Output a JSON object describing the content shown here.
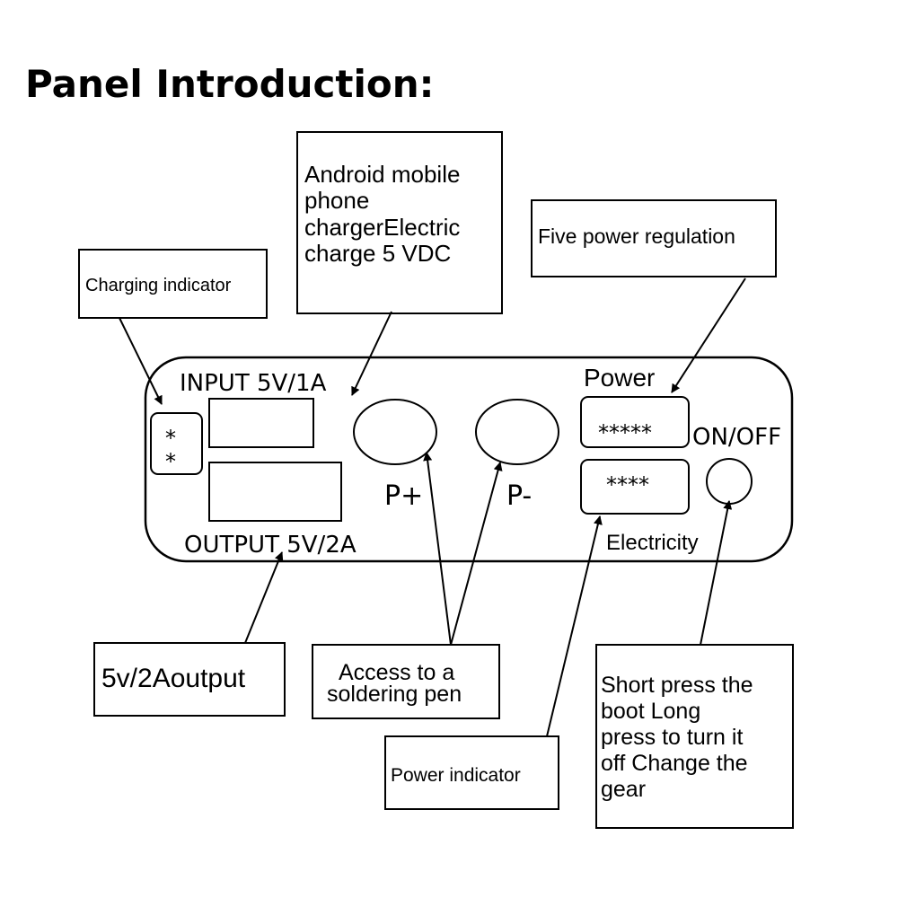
{
  "title": "Panel Introduction:",
  "callouts": {
    "android_charger": [
      "Android mobile",
      "phone",
      "chargerElectric",
      "charge 5 VDC"
    ],
    "five_power": "Five power regulation",
    "charging_indicator": "Charging indicator",
    "output_5v2a": "5v/2Aoutput",
    "soldering_pen": [
      "Access to a",
      "soldering pen"
    ],
    "power_indicator": "Power indicator",
    "short_press": [
      "Short press the",
      "boot Long",
      "press to turn it",
      "off Change the",
      "gear"
    ]
  },
  "panel": {
    "input_label": "INPUT 5V/1A",
    "output_label": "OUTPUT 5V/2A",
    "led_marks": [
      "*",
      "*"
    ],
    "p_plus": "P+",
    "p_minus": "P-",
    "power_label": "Power",
    "power_display": "*****",
    "electricity_display": "****",
    "electricity_label": "Electricity",
    "onoff_label": "ON/OFF"
  }
}
